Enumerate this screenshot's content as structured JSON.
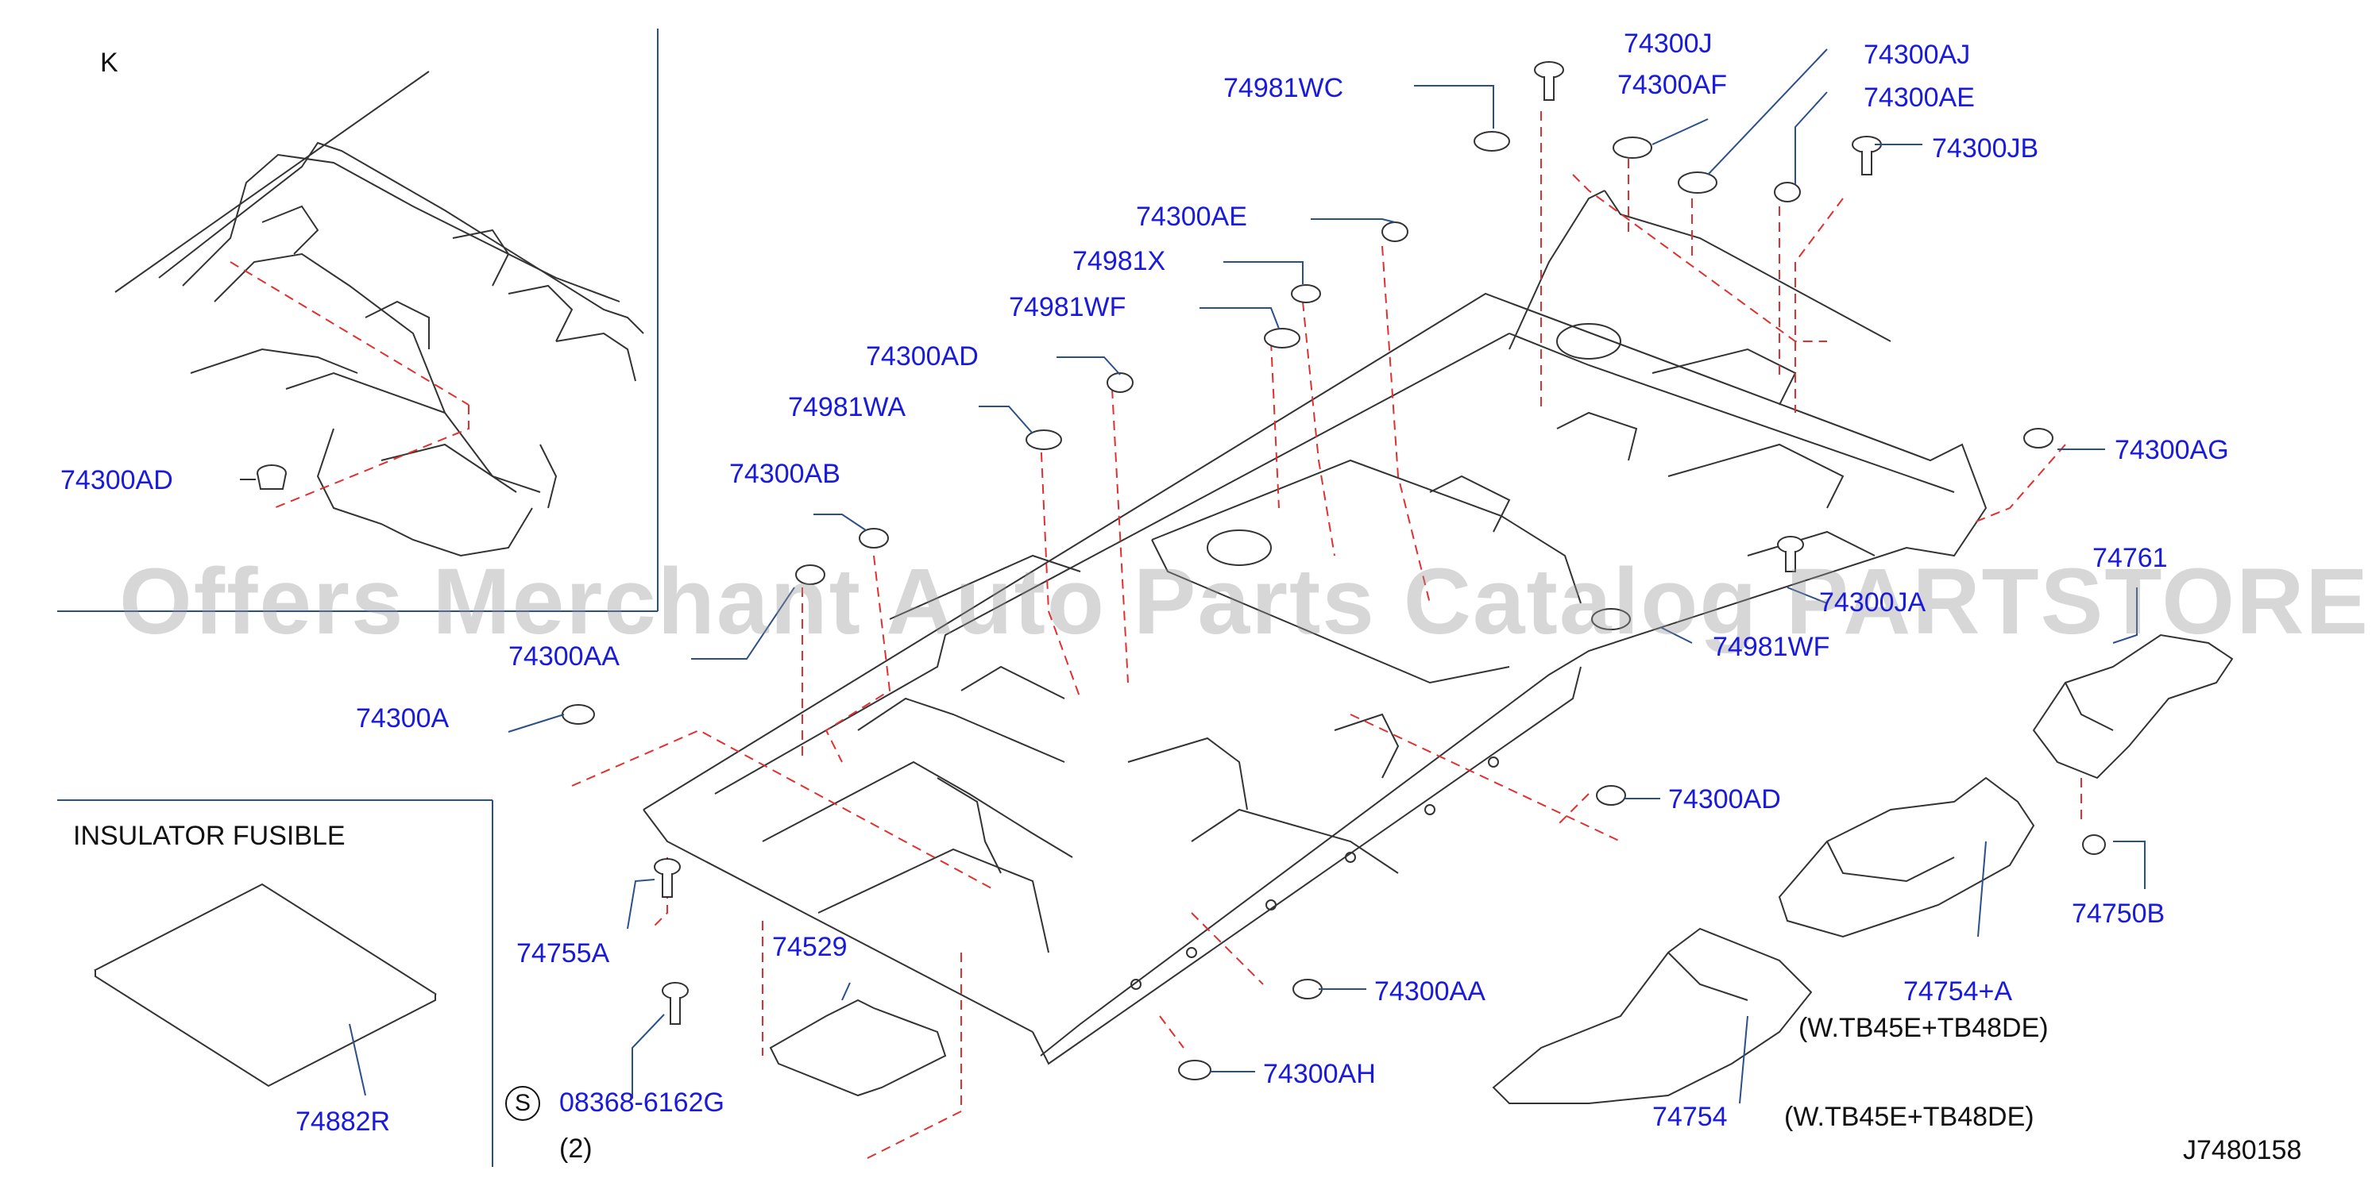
{
  "inset_label": "K",
  "insulator_title": "INSULATOR  FUSIBLE",
  "drawing_id": "J7480158",
  "watermark": "Offers Merchant Auto Parts Catalog PARTSTORE.SA",
  "screw_symbol": "S",
  "screw_qty": "(2)",
  "variants": {
    "a": "(W.TB45E+TB48DE)",
    "b": "(W.TB45E+TB48DE)"
  },
  "parts": {
    "p74300J": "74300J",
    "p74300AF": "74300AF",
    "p74300AJ": "74300AJ",
    "p74300AE_top": "74300AE",
    "p74300JB": "74300JB",
    "p74981WC": "74981WC",
    "p74300AE": "74300AE",
    "p74981X": "74981X",
    "p74981WF_top": "74981WF",
    "p74300AD_mid": "74300AD",
    "p74981WA": "74981WA",
    "p74300AB": "74300AB",
    "p74300AD_inset": "74300AD",
    "p74300AG": "74300AG",
    "p74761": "74761",
    "p74300JA": "74300JA",
    "p74981WF_right": "74981WF",
    "p74300AA_left": "74300AA",
    "p74300A": "74300A",
    "p74300AD_right": "74300AD",
    "p74750B": "74750B",
    "p74755A": "74755A",
    "p74529": "74529",
    "p74754A": "74754+A",
    "p74300AA_bottom": "74300AA",
    "p74300AH": "74300AH",
    "p74754": "74754",
    "p08368": "08368-6162G",
    "p74882R": "74882R"
  }
}
